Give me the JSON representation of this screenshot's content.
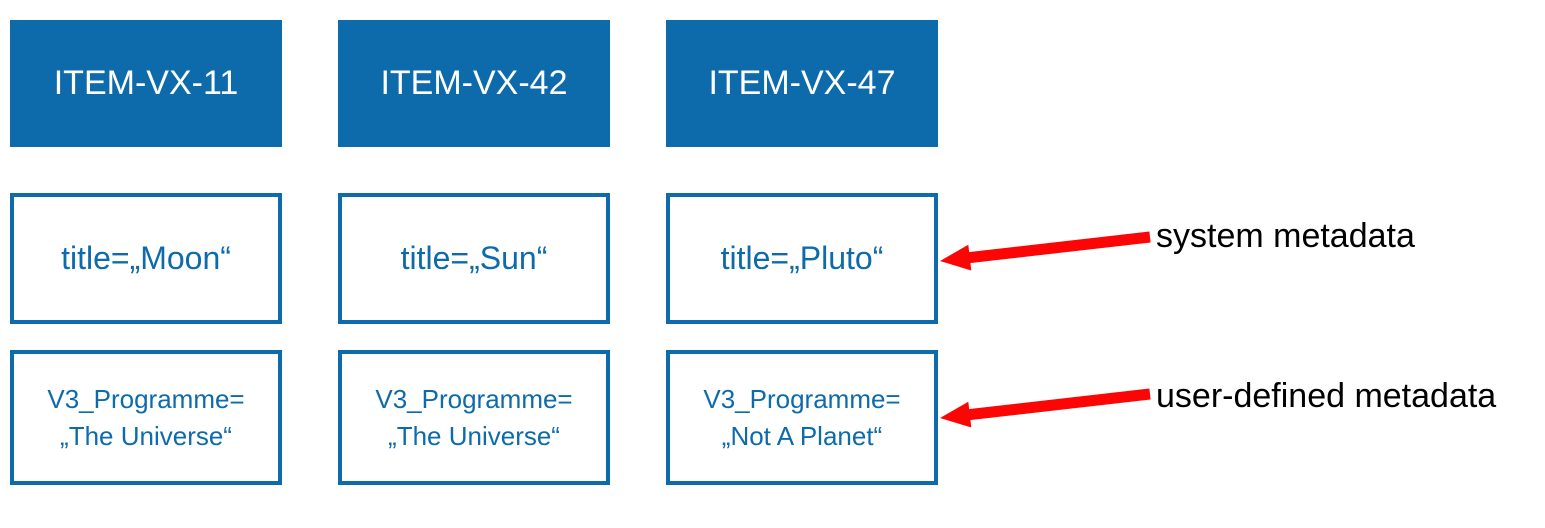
{
  "colors": {
    "primary_blue": "#0e6bab",
    "arrow_red": "#fb0505",
    "label_color": "#000000",
    "box_bg": "#ffffff"
  },
  "columns": [
    {
      "id": "ITEM-VX-11",
      "system_metadata": "title=„Moon“",
      "user_metadata": {
        "line1": "V3_Programme=",
        "line2": "„The Universe“"
      }
    },
    {
      "id": "ITEM-VX-42",
      "system_metadata": "title=„Sun“",
      "user_metadata": {
        "line1": "V3_Programme=",
        "line2": "„The Universe“"
      }
    },
    {
      "id": "ITEM-VX-47",
      "system_metadata": "title=„Pluto“",
      "user_metadata": {
        "line1": "V3_Programme=",
        "line2": "„Not A Planet“"
      }
    }
  ],
  "annotations": [
    {
      "label": "system metadata"
    },
    {
      "label": "user-defined metadata"
    }
  ]
}
